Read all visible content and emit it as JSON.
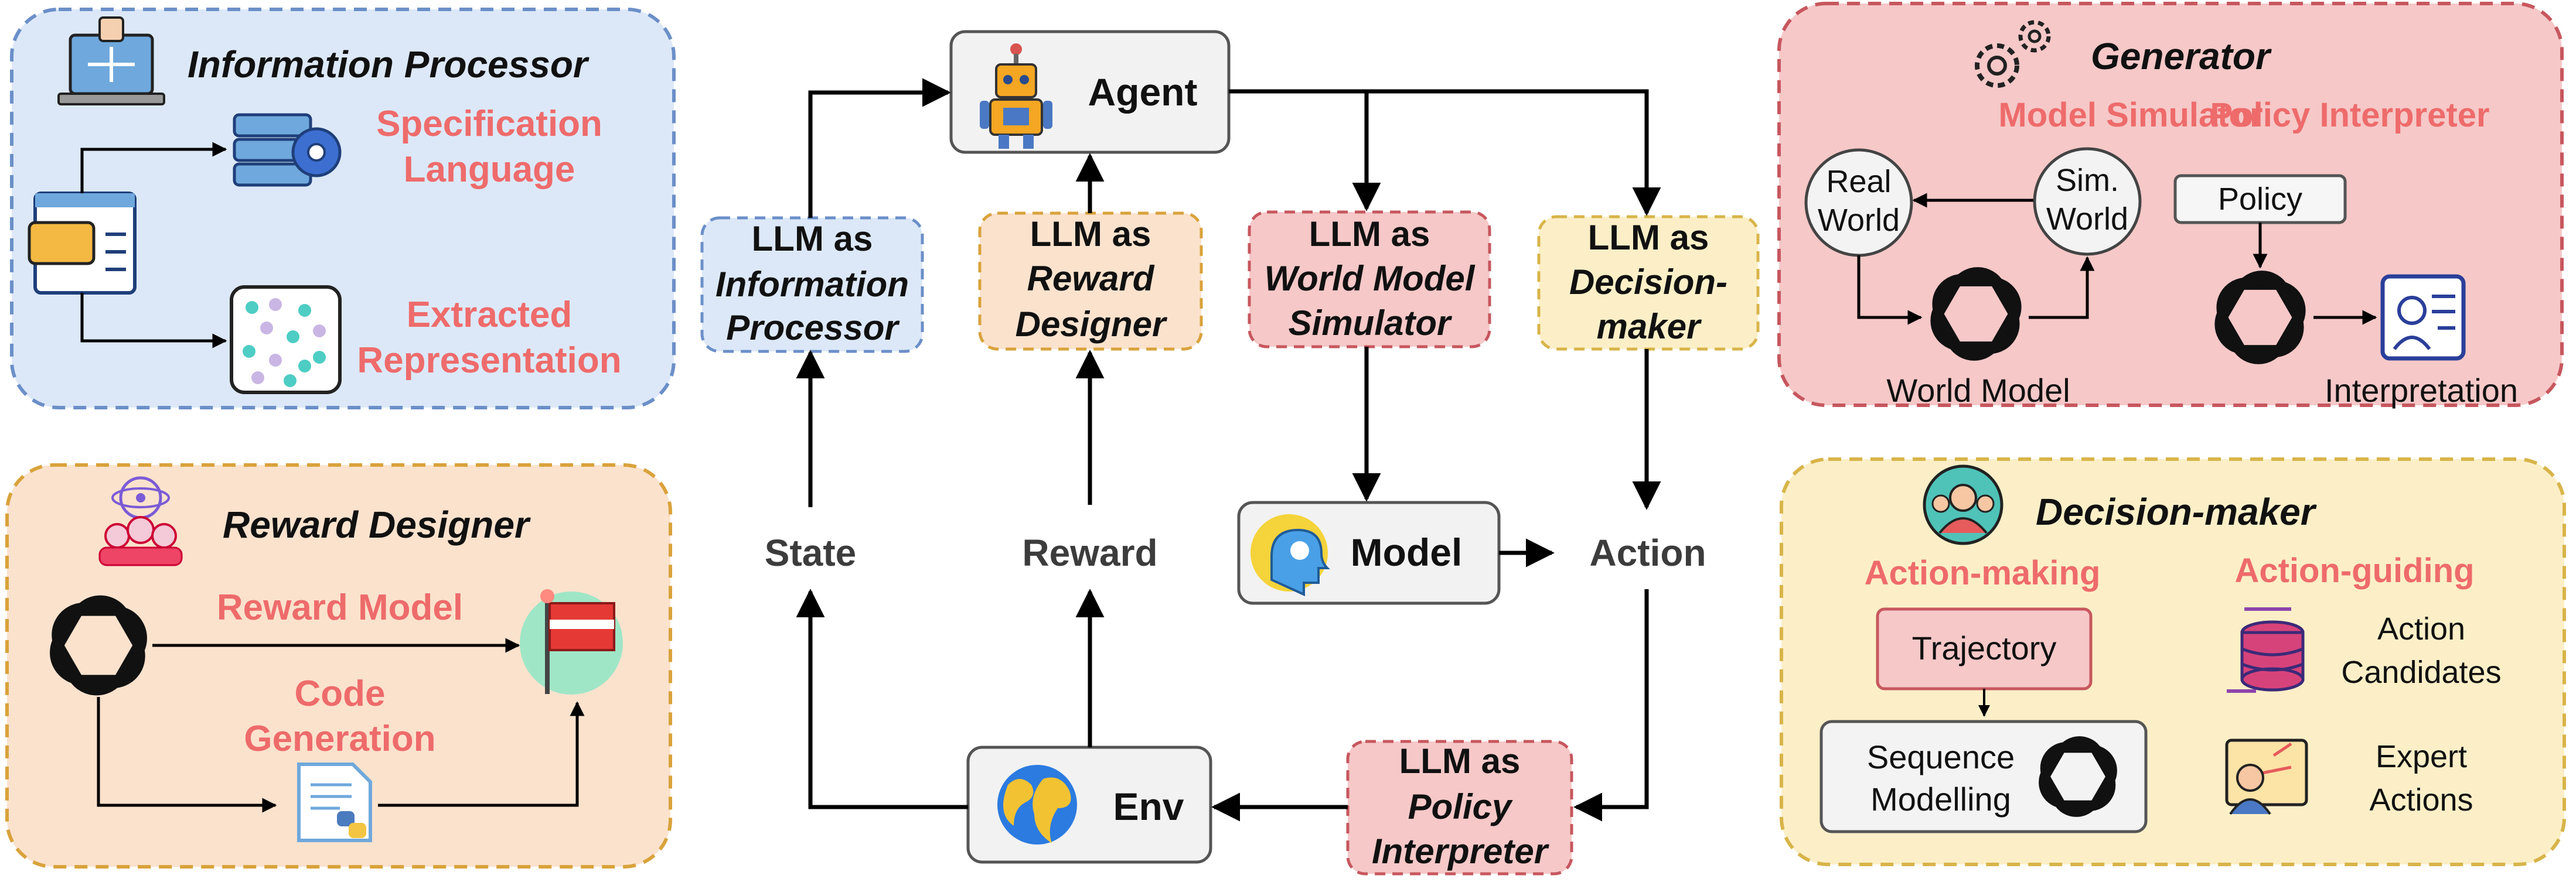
{
  "colors": {
    "info_bg": "#dce8f8",
    "info_border": "#6b8fc8",
    "reward_bg": "#fbe2cd",
    "reward_border": "#d9a23b",
    "gen_bg": "#f6c8c8",
    "gen_border": "#c7575e",
    "dm_bg": "#fcefc7",
    "dm_border": "#d8b449",
    "accent_red": "#ee6b6b",
    "node_bg": "#f2f2f2"
  },
  "info_processor": {
    "title": "Information Processor",
    "spec_line1": "Specification",
    "spec_line2": "Language",
    "extract_line1": "Extracted",
    "extract_line2": "Representation",
    "icons": [
      "computer-icon",
      "database-gear-icon",
      "document-chat-icon",
      "scatter-dots-icon"
    ]
  },
  "reward_designer": {
    "title": "Reward Designer",
    "reward_model": "Reward Model",
    "code_line1": "Code",
    "code_line2": "Generation",
    "icons": [
      "people-atom-icon",
      "openai-logo-icon",
      "flag-icon",
      "python-file-icon"
    ]
  },
  "generator": {
    "title": "Generator",
    "model_simulator": "Model Simulator",
    "policy_interpreter": "Policy Interpreter",
    "real_world_line1": "Real",
    "real_world_line2": "World",
    "sim_world_line1": "Sim.",
    "sim_world_line2": "World",
    "world_model": "World Model",
    "policy": "Policy",
    "interpretation": "Interpretation",
    "icons": [
      "gears-icon",
      "openai-logo-icon",
      "id-card-icon"
    ]
  },
  "decision_maker": {
    "title": "Decision-maker",
    "action_making": "Action-making",
    "action_guiding": "Action-guiding",
    "trajectory": "Trajectory",
    "seq_line1": "Sequence",
    "seq_line2": "Modelling",
    "cand_line1": "Action",
    "cand_line2": "Candidates",
    "expert_line1": "Expert",
    "expert_line2": "Actions",
    "icons": [
      "team-icon",
      "openai-logo-icon",
      "database-icon",
      "presenter-icon"
    ]
  },
  "center": {
    "agent": "Agent",
    "env": "Env",
    "model": "Model",
    "state": "State",
    "reward": "Reward",
    "action": "Action",
    "llm_as": "LLM as",
    "info_line1": "Information",
    "info_line2": "Processor",
    "reward_line1": "Reward",
    "reward_line2": "Designer",
    "world_line1": "World Model",
    "world_line2": "Simulator",
    "decision_line1": "Decision-",
    "decision_line2": "maker",
    "policy_line1": "Policy",
    "policy_line2": "Interpreter",
    "icons": [
      "robot-icon",
      "globe-icon",
      "brain-head-icon"
    ]
  }
}
